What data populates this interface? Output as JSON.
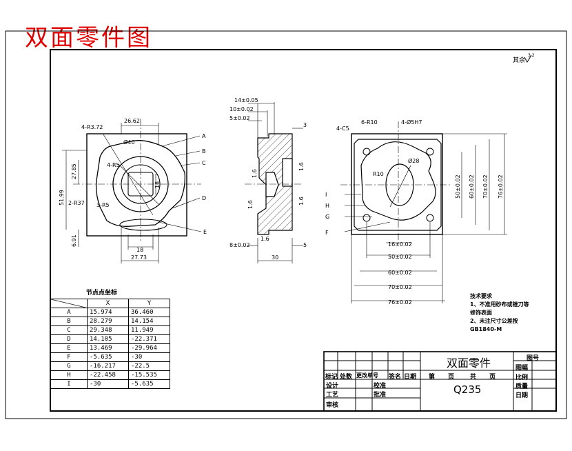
{
  "title": "双面零件图",
  "surface_note": "其余",
  "roughness_symbol": "3.2",
  "coord_table": {
    "title": "节点点坐标",
    "headers": [
      "X",
      "Y"
    ],
    "rows": [
      [
        "A",
        "15.974",
        "36.460"
      ],
      [
        "B",
        "28.279",
        "14.154"
      ],
      [
        "C",
        "29.348",
        "11.949"
      ],
      [
        "D",
        "14.105",
        "-22.371"
      ],
      [
        "E",
        "13.469",
        "-29.964"
      ],
      [
        "F",
        "-5.635",
        "-30"
      ],
      [
        "G",
        "-16.217",
        "-22.5"
      ],
      [
        "H",
        "-22.458",
        "-15.535"
      ],
      [
        "I",
        "-30",
        "-5.635"
      ]
    ]
  },
  "tech_req": {
    "title": "技术要求",
    "line1": "1、不准用砂布或锉刀等",
    "line2": "修饰表面",
    "line3": "2、未注尺寸公差按",
    "line4": "GB1840-M"
  },
  "title_block": {
    "part_name": "双面零件",
    "material": "Q235",
    "drawing_no": "图号",
    "drawing_label": "图幅",
    "scale": "比例",
    "weight": "质量",
    "date": "日期",
    "mark": "标记",
    "count": "处数",
    "change_no": "更改单号",
    "sign": "签名",
    "date_col": "日期",
    "design": "设计",
    "craft": "工艺",
    "review": "审核",
    "check": "校准",
    "approve": "批准",
    "page_prefix": "第",
    "page_unit": "页",
    "total_prefix": "共",
    "total_unit": "页"
  },
  "left_view": {
    "dim_top": "26.62",
    "dim_r": "4-R3.72",
    "dim_phi40": "Ø40",
    "dim_4r5": "4-R5",
    "dim_2r37": "2-R37",
    "dim_3r5": "3-R5",
    "dim_18h": "18",
    "dim_18": "18",
    "dim_2773": "27.73",
    "dim_2785": "27.85",
    "dim_5199": "51.99",
    "dim_691": "6.91",
    "labels": [
      "A",
      "B",
      "C",
      "D",
      "E"
    ]
  },
  "mid_view": {
    "d14": "14±0.05",
    "d10": "10±0.02",
    "d5": "5±0.02",
    "d3": "3",
    "d16a": "1.6",
    "d16b": "1.6",
    "d16c": "1.6",
    "d16d": "1.6",
    "d16e": "1.6",
    "d8": "8±0.02",
    "d5b": "5",
    "d30": "30"
  },
  "right_view": {
    "d4c5": "4-C5",
    "d6r10": "6-R10",
    "d4phi5": "4-Ø5H7",
    "d28": "Ø28",
    "d10r": "R10",
    "d16": "16±0.02",
    "d50": "50±0.02",
    "d60": "60±0.02",
    "d70": "70±0.02",
    "d76": "76±0.02",
    "v50": "50±0.02",
    "v60": "60±0.02",
    "v70": "70±0.02",
    "v76": "76±0.02",
    "labels": [
      "I",
      "H",
      "G",
      "F"
    ]
  }
}
